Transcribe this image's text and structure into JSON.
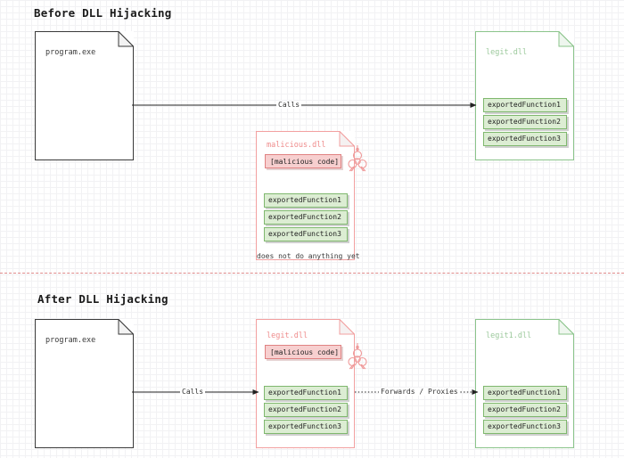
{
  "diagram": {
    "title_before": "Before DLL Hijacking",
    "title_after": "After DLL Hijacking",
    "colors": {
      "black_border": "#3a3a3a",
      "green_border": "#8bc48b",
      "green_label": "#9cc99c",
      "red_border": "#f2a0a0",
      "red_label": "#ef8c8c",
      "function_fill": "#dcedd3",
      "function_border": "#7fb86e",
      "malicious_fill": "#f7cfcf",
      "malicious_border": "#e08282",
      "divider": "#e08b8b",
      "grid_minor": "#f2f2f4",
      "grid_major": "#e2e2e6"
    }
  },
  "before": {
    "program": {
      "label": "program.exe"
    },
    "legit_dll": {
      "label": "legit.dll",
      "functions": [
        "exportedFunction1",
        "exportedFunction2",
        "exportedFunction3"
      ]
    },
    "malicious_dll": {
      "label": "malicious.dll",
      "code_chip": "[malicious code]",
      "icon": "biohazard-icon",
      "functions": [
        "exportedFunction1",
        "exportedFunction2",
        "exportedFunction3"
      ],
      "caption": "does not do anything yet"
    },
    "arrow_calls": {
      "label": "Calls",
      "style": "solid"
    }
  },
  "after": {
    "program": {
      "label": "program.exe"
    },
    "hijacked_dll": {
      "label": "legit.dll",
      "code_chip": "[malicious code]",
      "icon": "biohazard-icon",
      "functions": [
        "exportedFunction1",
        "exportedFunction2",
        "exportedFunction3"
      ]
    },
    "renamed_dll": {
      "label": "legit1.dll",
      "functions": [
        "exportedFunction1",
        "exportedFunction2",
        "exportedFunction3"
      ]
    },
    "arrow_calls": {
      "label": "Calls",
      "style": "solid"
    },
    "arrow_forwards": {
      "label": "Forwards / Proxies",
      "style": "dotted"
    }
  }
}
